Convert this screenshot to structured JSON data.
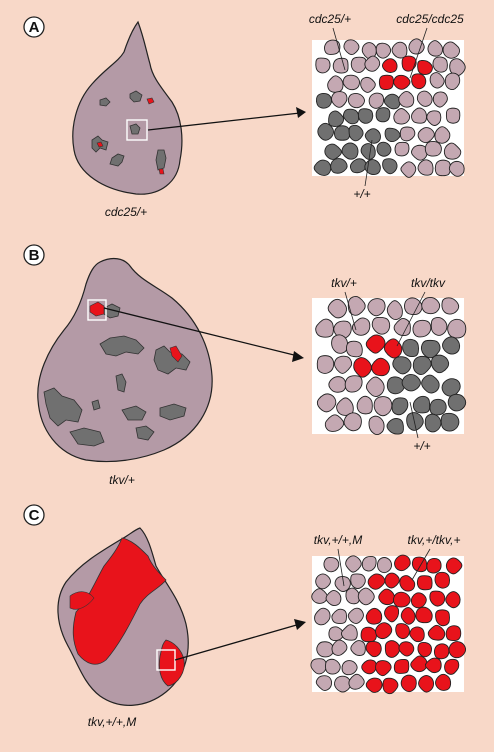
{
  "colors": {
    "background": "#f8d8c8",
    "disc": "#b49aa6",
    "wild_type": "#707070",
    "heterozygous": "#c4a8b2",
    "mutant": "#e8131b",
    "inset_bg": "#ffffff"
  },
  "panels": [
    {
      "letter": "A",
      "disc_label": "cdc25/+",
      "label_top_left": "cdc25/+",
      "label_top_right": "cdc25/cdc25",
      "label_bottom": "+/+"
    },
    {
      "letter": "B",
      "disc_label": "tkv/+",
      "label_top_left": "tkv/+",
      "label_top_right": "tkv/tkv",
      "label_bottom": "+/+"
    },
    {
      "letter": "C",
      "disc_label": "tkv,+/+,M",
      "label_top_left": "tkv,+/+,M",
      "label_top_right": "tkv,+/tkv,+",
      "label_bottom": ""
    }
  ]
}
